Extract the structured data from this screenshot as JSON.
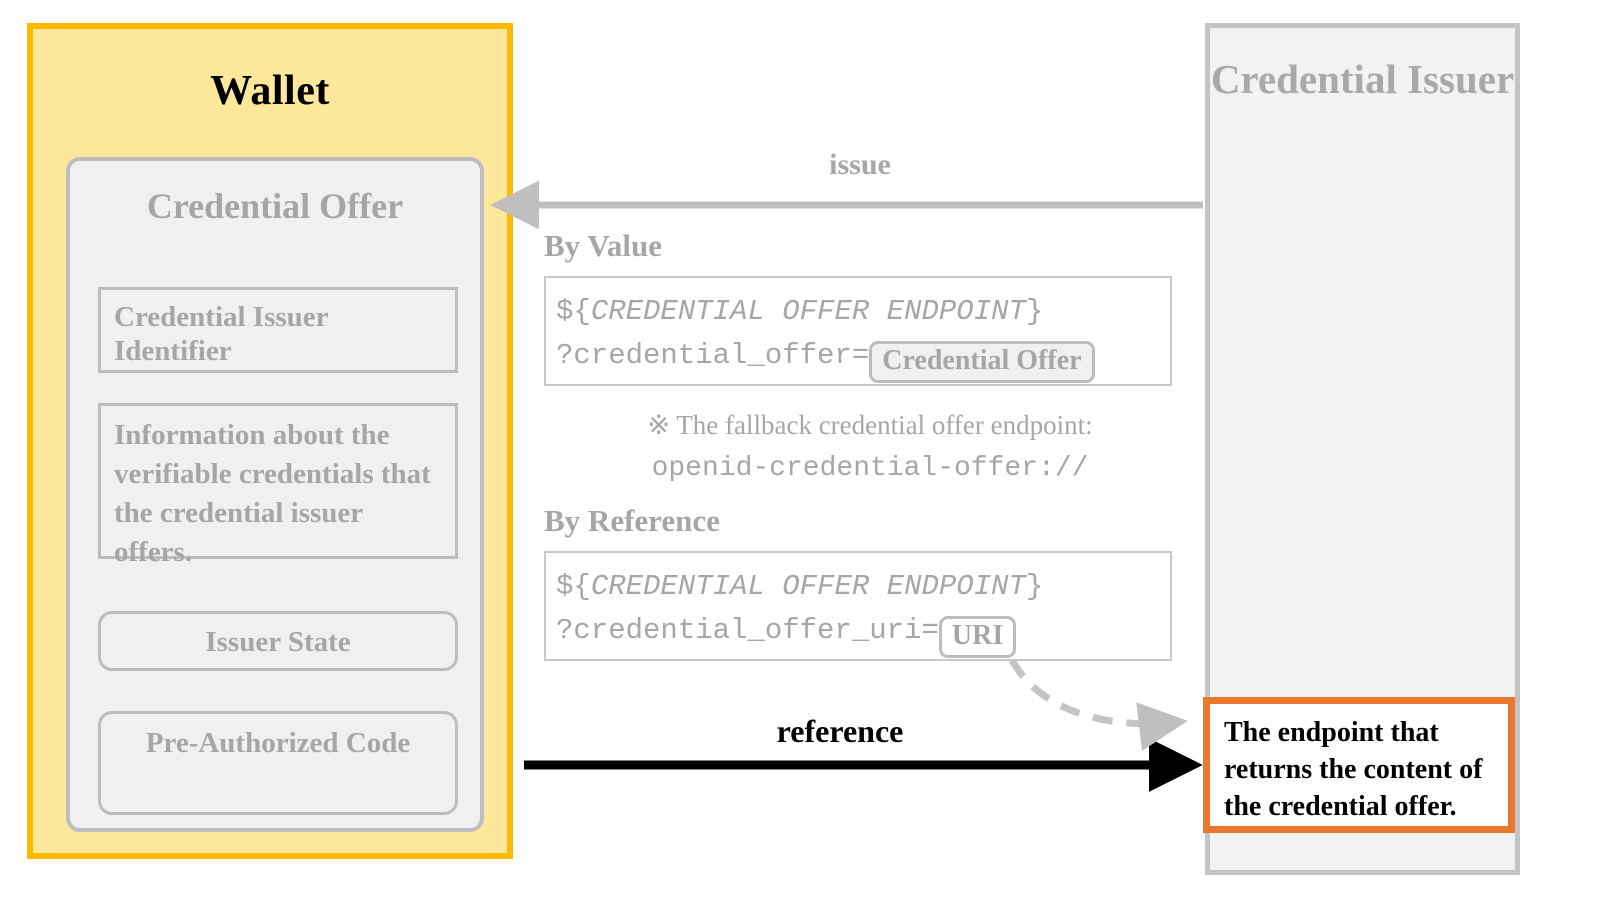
{
  "diagram": {
    "title": "OpenID4VCI Credential Offer flow",
    "colors": {
      "wallet_border": "#fcba03",
      "wallet_fill": "#fde79b",
      "panel_gray_fill": "#f2f2f2",
      "panel_gray_border": "#c4c4c4",
      "muted_text": "#a6a6a6",
      "callout_orange": "#e8782d",
      "black": "#000000"
    }
  },
  "wallet": {
    "title": "Wallet",
    "credential_offer": {
      "title": "Credential Offer",
      "fields": [
        {
          "label": "Credential Issuer Identifier",
          "shape": "square"
        },
        {
          "label": "Information about the verifiable credentials that the credential issuer offers.",
          "shape": "square"
        },
        {
          "label": "Issuer State",
          "shape": "rounded"
        },
        {
          "label": "Pre-Authorized Code",
          "shape": "rounded"
        }
      ]
    }
  },
  "issuer": {
    "title": "Credential Issuer"
  },
  "middle": {
    "issue_label": "issue",
    "reference_label": "reference",
    "by_value": {
      "heading": "By Value",
      "line1_prefix": "${",
      "line1_var": "CREDENTIAL OFFER ENDPOINT",
      "line1_suffix": "}",
      "line2_param": "?credential_offer=",
      "line2_chip": "Credential Offer"
    },
    "by_reference": {
      "heading": "By Reference",
      "line1_prefix": "${",
      "line1_var": "CREDENTIAL OFFER ENDPOINT",
      "line1_suffix": "}",
      "line2_param": "?credential_offer_uri=",
      "line2_chip": "URI"
    },
    "fallback_note": {
      "line1": "※ The fallback credential offer endpoint:",
      "line2": "openid-credential-offer://"
    }
  },
  "callout": {
    "text": "The endpoint that returns the content of the credential offer."
  },
  "arrows": {
    "issue": {
      "label": "issue",
      "style": "solid-gray",
      "direction": "right-to-left"
    },
    "reference": {
      "label": "reference",
      "style": "solid-black",
      "direction": "left-to-right"
    },
    "uri_to_endpoint": {
      "label": "",
      "style": "dashed-gray-curved",
      "direction": "left-to-right"
    }
  }
}
